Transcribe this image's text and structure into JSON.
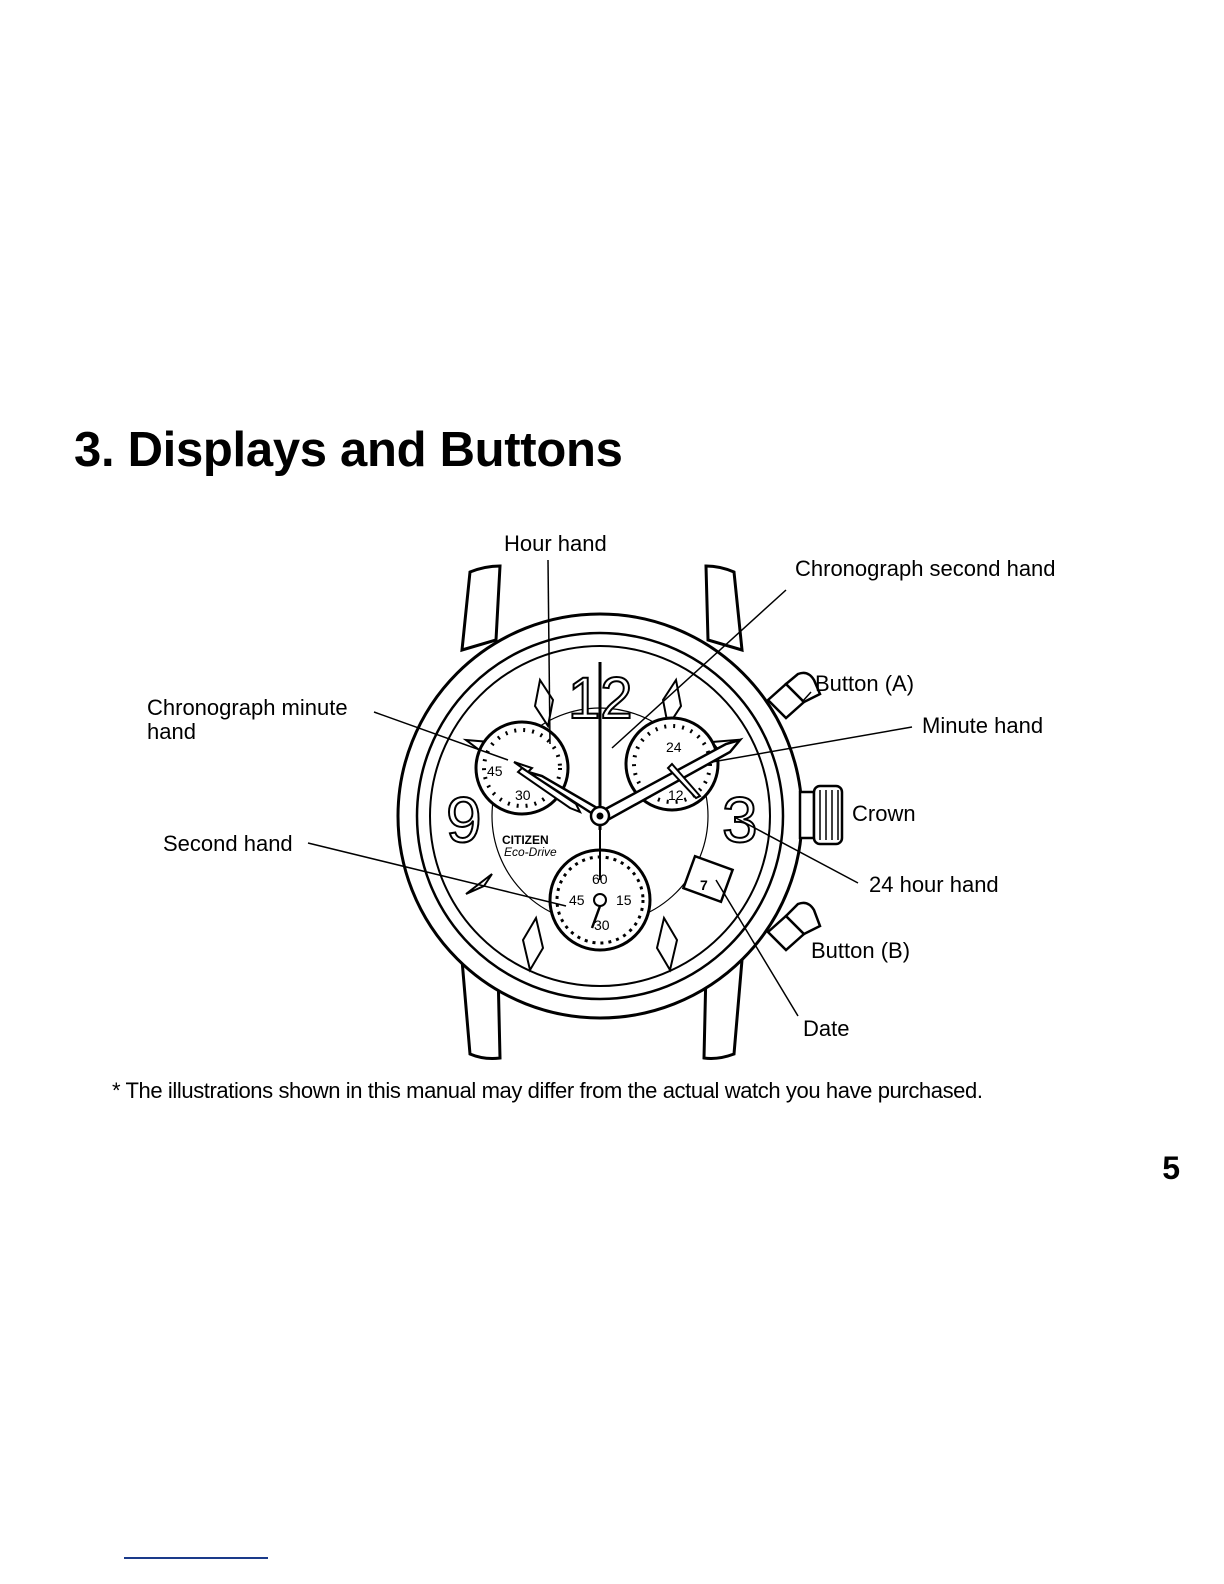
{
  "page": {
    "title": "3. Displays and Buttons",
    "footnote": "* The illustrations shown in this manual may differ from the actual watch you have purchased.",
    "page_number": "5"
  },
  "diagram": {
    "labels": {
      "hour_hand": "Hour hand",
      "chrono_second_hand": "Chronograph second hand",
      "button_a": "Button (A)",
      "minute_hand": "Minute hand",
      "chrono_minute_hand_line1": "Chronograph minute",
      "chrono_minute_hand_line2": "hand",
      "crown": "Crown",
      "second_hand": "Second hand",
      "hour24_hand": "24 hour hand",
      "button_b": "Button (B)",
      "date": "Date"
    },
    "dial": {
      "numeral_12": "12",
      "numeral_9": "9",
      "numeral_3": "3",
      "brand": "CITIZEN",
      "brand_sub": "Eco-Drive",
      "left_sub_45": "45",
      "left_sub_30": "30",
      "right_sub_24": "24",
      "right_sub_12": "12",
      "bottom_sub_60": "60",
      "bottom_sub_45": "45",
      "bottom_sub_15": "15",
      "bottom_sub_30": "30",
      "date_value": "7"
    }
  },
  "colors": {
    "ink": "#000000",
    "paper": "#ffffff",
    "footer_rule": "#1a3a8a"
  }
}
